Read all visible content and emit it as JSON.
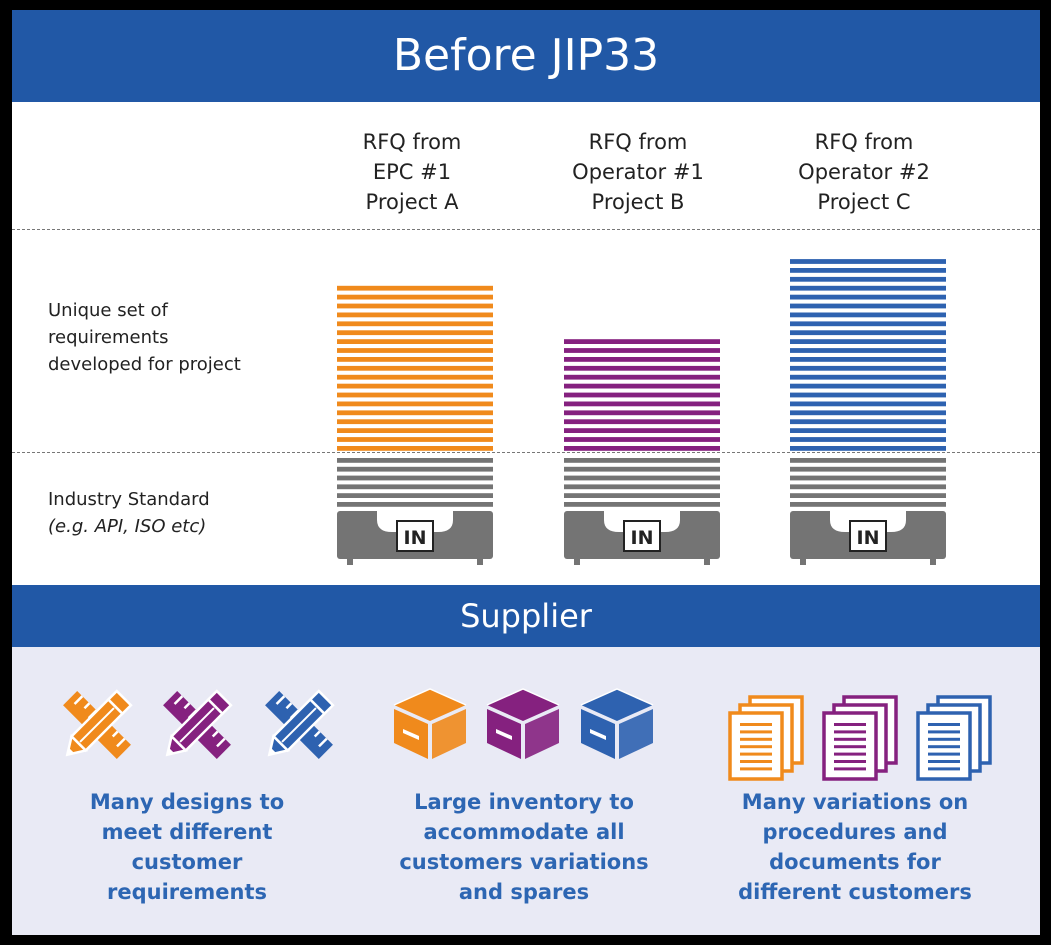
{
  "title": "Before JIP33",
  "columns": [
    {
      "lines": [
        "RFQ from",
        "EPC #1",
        "Project A"
      ],
      "color": "#f08a1c",
      "req_lines": 19
    },
    {
      "lines": [
        "RFQ from",
        "Operator #1",
        "Project B"
      ],
      "color": "#85217f",
      "req_lines": 13
    },
    {
      "lines": [
        "RFQ from",
        "Operator #2",
        "Project C"
      ],
      "color": "#2e62b0",
      "req_lines": 22
    }
  ],
  "rows": {
    "unique": [
      "Unique set of",
      "requirements",
      "developed for project"
    ],
    "standard": "Industry Standard",
    "standard_note": "(e.g. API, ISO etc)"
  },
  "tray_label": "IN",
  "standard_color": "#747474",
  "supplier": {
    "title": "Supplier",
    "groups": [
      {
        "icon": "pencil-ruler-icon",
        "lines": [
          "Many designs to",
          "meet different",
          "customer",
          "requirements"
        ]
      },
      {
        "icon": "box-icon",
        "lines": [
          "Large inventory to",
          "accommodate all",
          "customers variations",
          "and spares"
        ]
      },
      {
        "icon": "documents-icon",
        "lines": [
          "Many variations on",
          "procedures and",
          "documents for",
          "different customers"
        ]
      }
    ]
  }
}
